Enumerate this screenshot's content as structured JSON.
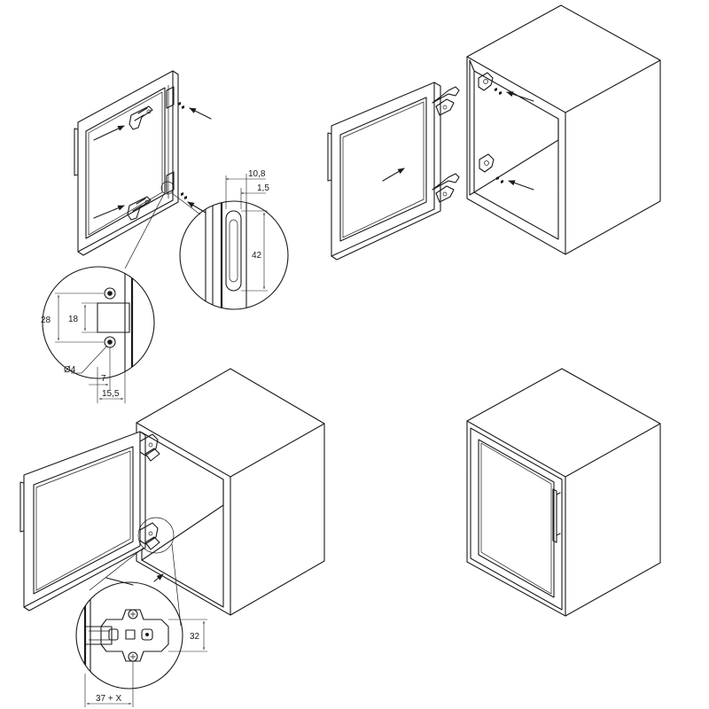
{
  "figure": {
    "panels": [
      {
        "id": "step-1-door-hinges"
      },
      {
        "id": "step-2-mount-door"
      },
      {
        "id": "step-3-open-door"
      },
      {
        "id": "step-4-assembled"
      }
    ],
    "dimensions": {
      "cutout_width_outer": "10,8",
      "cutout_offset": "1,5",
      "cutout_height": "42",
      "hinge_spacing": "28",
      "hinge_block_height": "18",
      "hole_diameter": "Ø4",
      "hole_offset": "7",
      "hinge_depth": "15,5",
      "plate_height": "32",
      "plate_offset": "37 + X"
    },
    "icons": [
      "arrow-icon",
      "hinge-icon",
      "mounting-plate-icon",
      "handle-icon"
    ],
    "colors": {
      "line": "#1a1a1a",
      "background": "#ffffff"
    }
  }
}
